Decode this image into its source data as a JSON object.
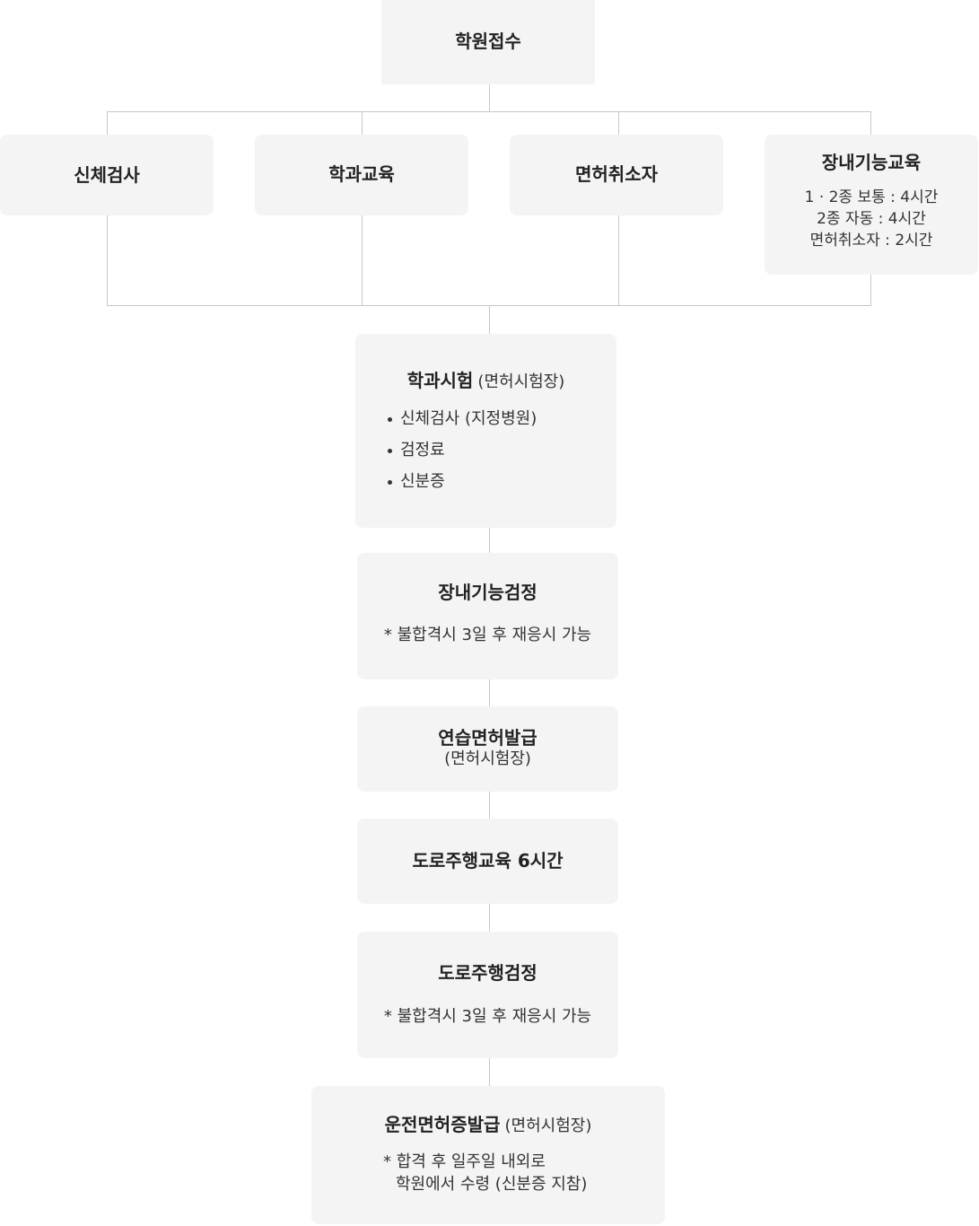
{
  "top": {
    "title": "학원접수"
  },
  "branches": [
    {
      "title": "신체검사"
    },
    {
      "title": "학과교육"
    },
    {
      "title": "면허취소자"
    },
    {
      "title": "장내기능교육",
      "lines": [
        "1 · 2종 보통 : 4시간",
        "2종 자동 : 4시간",
        "면허취소자 : 2시간"
      ]
    }
  ],
  "steps": {
    "written_test": {
      "title": "학과시험",
      "place": "(면허시험장)",
      "items": [
        "신체검사 (지정병원)",
        "검정료",
        "신분증"
      ]
    },
    "skill_test": {
      "title": "장내기능검정",
      "note": "* 불합격시 3일 후 재응시 가능"
    },
    "learner_license": {
      "title": "연습면허발급",
      "place": "(면허시험장)"
    },
    "road_training": {
      "title": "도로주행교육 6시간"
    },
    "road_test": {
      "title": "도로주행검정",
      "note": "* 불합격시 3일 후 재응시 가능"
    },
    "license_issue": {
      "title": "운전면허증발급",
      "place": "(면허시험장)",
      "note_line1": "* 합격 후 일주일 내외로",
      "note_line2": "학원에서 수령 (신분증 지참)"
    }
  }
}
